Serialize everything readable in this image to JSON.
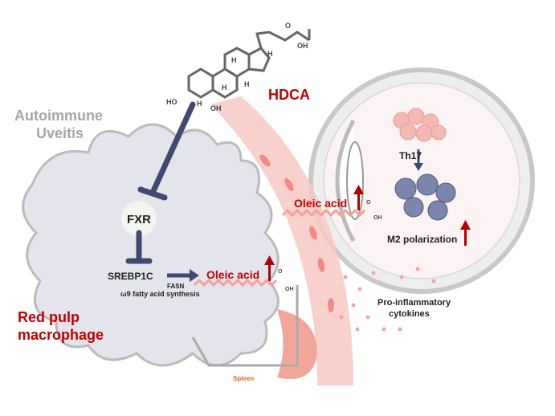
{
  "labels": {
    "autoimmune": "Autoimmune",
    "uveitis": "Uveitis",
    "hdca": "HDCA",
    "fxr": "FXR",
    "srebp1c": "SREBP1C",
    "fasn": "FASN",
    "synthesis": "ω9 fatty acid synthesis",
    "oleic_acid_macrophage": "Oleic acid",
    "oleic_acid_eye": "Oleic acid",
    "red_pulp": "Red pulp",
    "macrophage": "macrophage",
    "th17": "Th17",
    "m2": "M2 polarization",
    "pro_inflammatory": "Pro-inflammatory",
    "cytokines": "cytokines",
    "spleen": "Spleen"
  },
  "chem": {
    "o": "O",
    "oh": "OH",
    "h": "H",
    "ho": "HO"
  },
  "colors": {
    "red": "#c00000",
    "navy": "#404a6e",
    "cell": "#e4e4ec",
    "vessel": "#f7c9c4",
    "gray_text": "#a6a6a6",
    "spleen": "#d8632a"
  }
}
